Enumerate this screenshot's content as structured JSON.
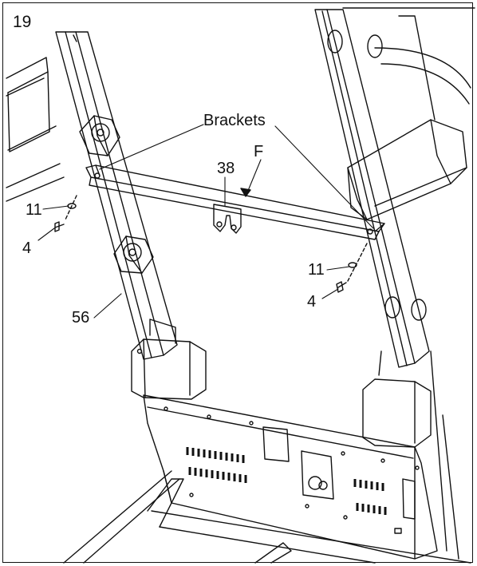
{
  "step_number": "19",
  "callouts": {
    "brackets": "Brackets",
    "f": "F",
    "part_38": "38",
    "part_11_left": "11",
    "part_4_left": "4",
    "part_56": "56",
    "part_11_right": "11",
    "part_4_right": "4"
  },
  "colors": {
    "line": "#111111",
    "fill": "#ffffff",
    "hatch": "#111111"
  }
}
